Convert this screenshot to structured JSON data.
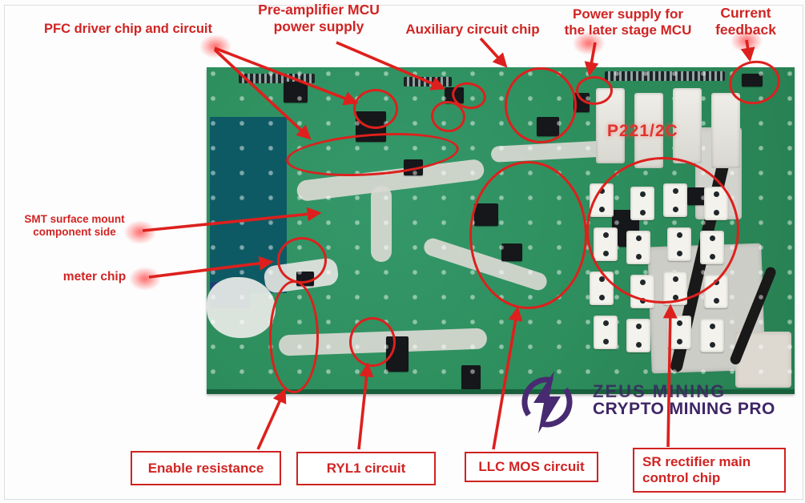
{
  "annotations": {
    "pfc": "PFC driver chip and circuit",
    "preamp": {
      "line1": "Pre-amplifier MCU",
      "line2": "power supply"
    },
    "aux": "Auxiliary circuit chip",
    "later": {
      "line1": "Power supply for",
      "line2": "the later stage MCU"
    },
    "current": {
      "line1": "Current",
      "line2": "feedback"
    },
    "smt": {
      "line1": "SMT surface mount",
      "line2": "component side"
    },
    "meter": "meter chip",
    "board_marking": "P221/2C"
  },
  "callout_boxes": {
    "enable": "Enable resistance",
    "ryl1": "RYL1 circuit",
    "llc": "LLC MOS circuit",
    "sr": {
      "line1": "SR rectifier main",
      "line2": "control chip"
    }
  },
  "watermark": {
    "line1": "ZEUS MINING",
    "line2": "CRYPTO MINING PRO",
    "icon": "lightning-bolt-icon"
  },
  "colors": {
    "annotation_red": "#d02423",
    "pcb_green": "#2e8f5e",
    "logo_purple": "#482a72",
    "teal_heatsink": "#0e5a64"
  }
}
